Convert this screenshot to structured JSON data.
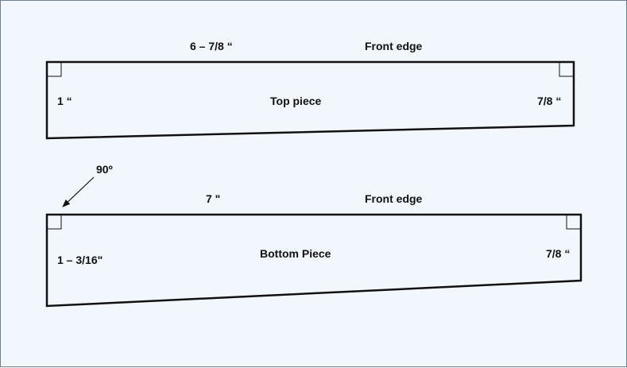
{
  "top_piece": {
    "length_label": "6 – 7/8 “",
    "front_edge_label": "Front edge",
    "left_height_label": "1 “",
    "name_label": "Top piece",
    "right_height_label": "7/8 “"
  },
  "bottom_piece": {
    "angle_label": "90º",
    "length_label": "7 \"",
    "front_edge_label": "Front edge",
    "left_height_label": "1 – 3/16\"",
    "name_label": "Bottom Piece",
    "right_height_label": "7/8 “"
  }
}
